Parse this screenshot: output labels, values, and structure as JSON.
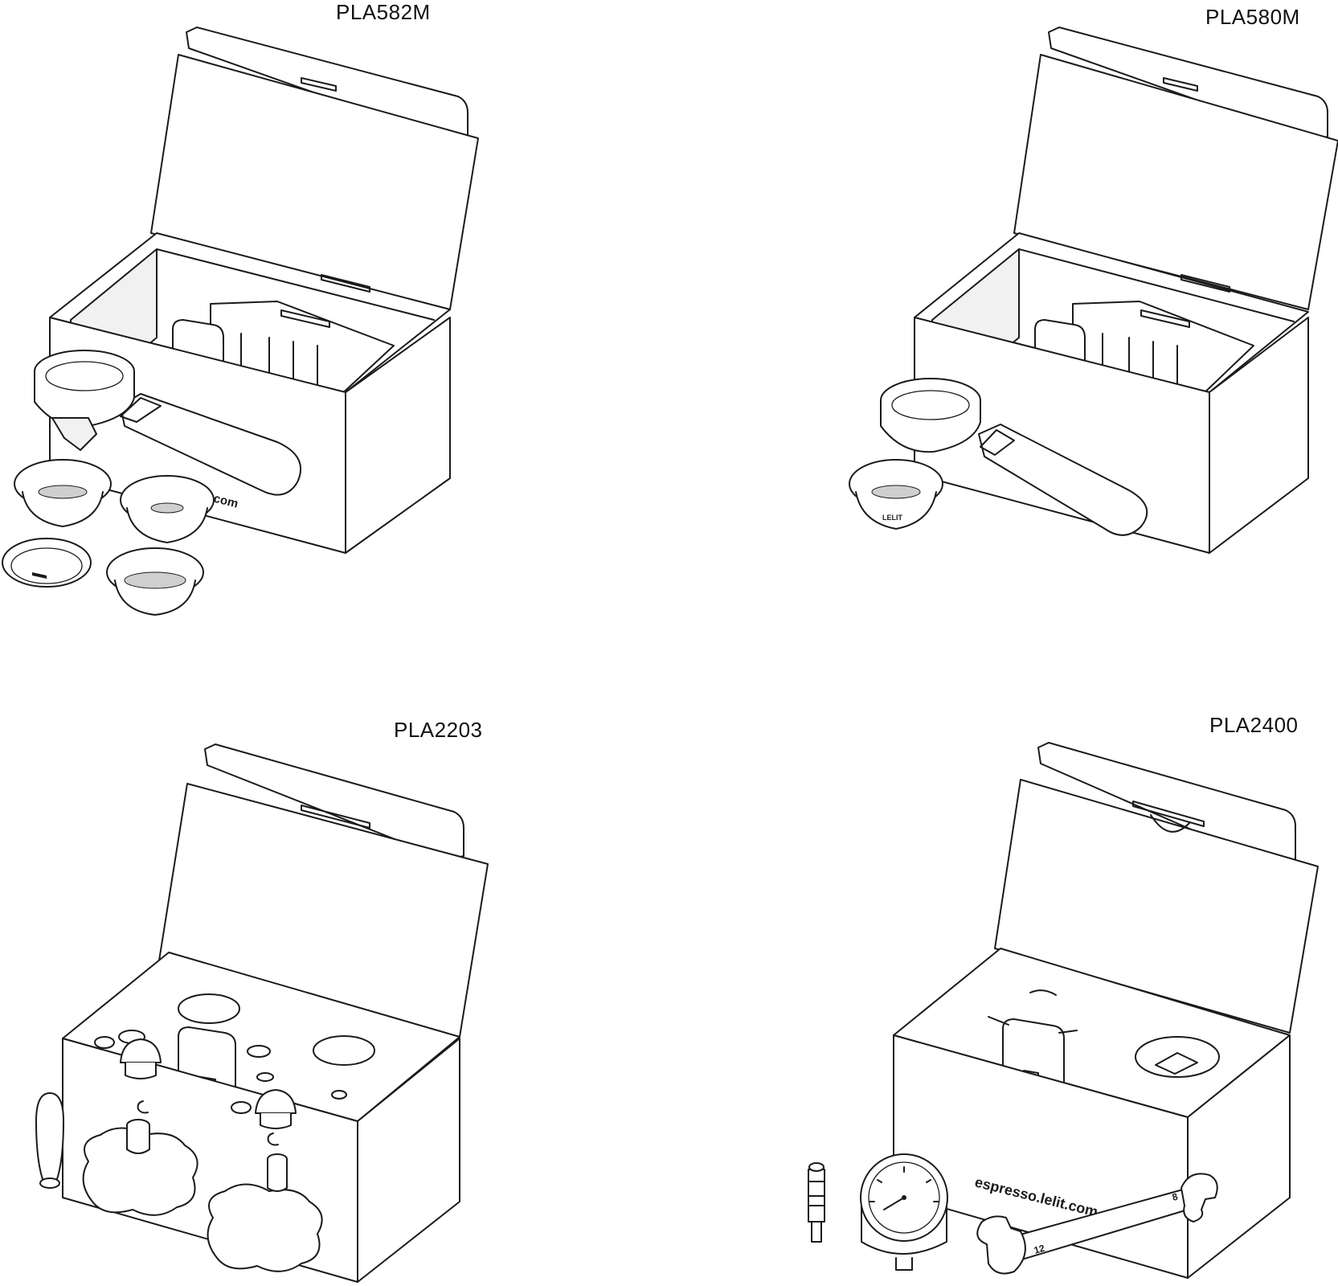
{
  "kits": [
    {
      "model": "PLA582M",
      "components": {
        "box_print": "lit.com"
      }
    },
    {
      "model": "PLA580M",
      "components": {
        "basket_print": "LELIT"
      }
    },
    {
      "model": "PLA2203"
    },
    {
      "model": "PLA2400",
      "components": {
        "box_print": "espresso.lelit.com",
        "wrench_size_a": "12",
        "wrench_size_b": "8"
      }
    }
  ]
}
